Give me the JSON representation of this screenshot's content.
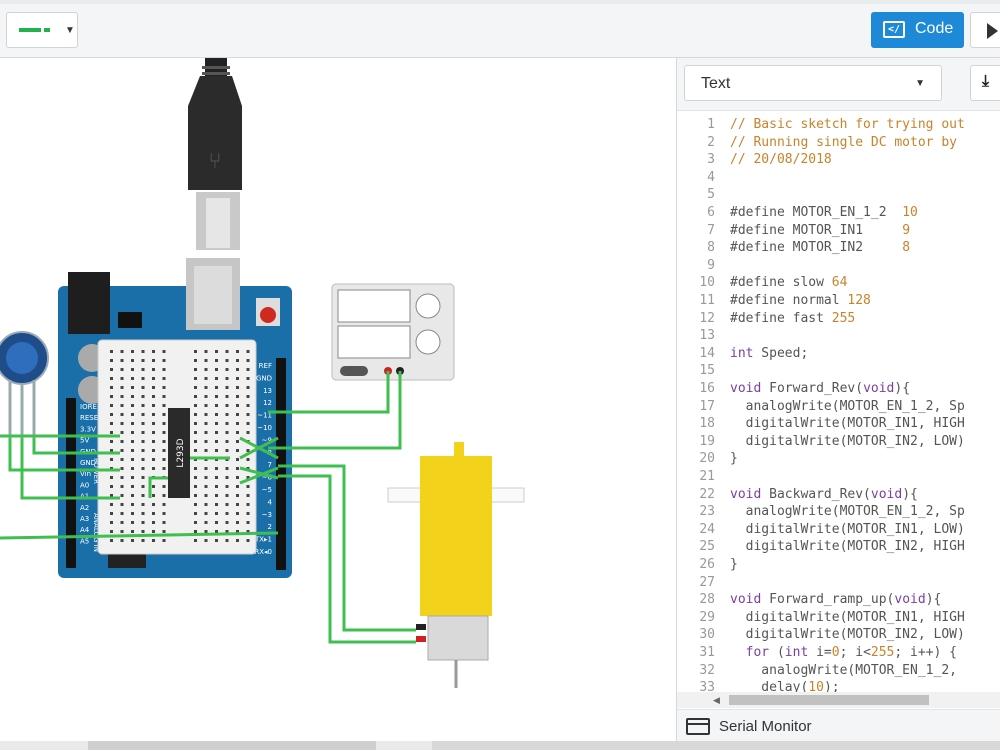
{
  "toolbar": {
    "wire_color": "#23b14d",
    "code_button_label": "Code",
    "code_icon": "code-block-icon",
    "play_icon": "play-icon"
  },
  "editor": {
    "mode": "Text",
    "download_icon": "download-icon",
    "serial_monitor_label": "Serial Monitor",
    "lines": [
      "// Basic sketch for trying out",
      "// Running single DC motor by",
      "// 20/08/2018",
      "",
      "",
      "#define MOTOR_EN_1_2  10",
      "#define MOTOR_IN1     9",
      "#define MOTOR_IN2     8",
      "",
      "#define slow 64",
      "#define normal 128",
      "#define fast 255",
      "",
      "int Speed;",
      "",
      "void Forward_Rev(void){",
      "  analogWrite(MOTOR_EN_1_2, Sp",
      "  digitalWrite(MOTOR_IN1, HIGH",
      "  digitalWrite(MOTOR_IN2, LOW)",
      "}",
      "",
      "void Backward_Rev(void){",
      "  analogWrite(MOTOR_EN_1_2, Sp",
      "  digitalWrite(MOTOR_IN1, LOW)",
      "  digitalWrite(MOTOR_IN2, HIGH",
      "}",
      "",
      "void Forward_ramp_up(void){",
      "  digitalWrite(MOTOR_IN1, HIGH",
      "  digitalWrite(MOTOR_IN2, LOW)",
      "  for (int i=0; i<255; i++) {",
      "    analogWrite(MOTOR_EN_1_2,",
      "    delay(10);",
      ""
    ]
  },
  "circuit": {
    "chip_label": "L293D",
    "header_labels": [
      "IOREF",
      "RESET",
      "3.3V",
      "5V",
      "GND",
      "GND",
      "Vin",
      "A0",
      "A1",
      "A2",
      "A3",
      "A4",
      "A5"
    ],
    "right_labels": [
      "REF",
      "GND",
      "13",
      "12",
      "~11",
      "~10",
      "~9",
      "8",
      "7",
      "~6",
      "~5",
      "4",
      "~3",
      "2",
      "TX▸1",
      "RX◂0"
    ],
    "power_label": "POWER",
    "analog_label": "ANALOG IN",
    "colors": {
      "wire": "#3fbf4f",
      "board": "#1b6fa8",
      "motor": "#f2d21b"
    }
  }
}
